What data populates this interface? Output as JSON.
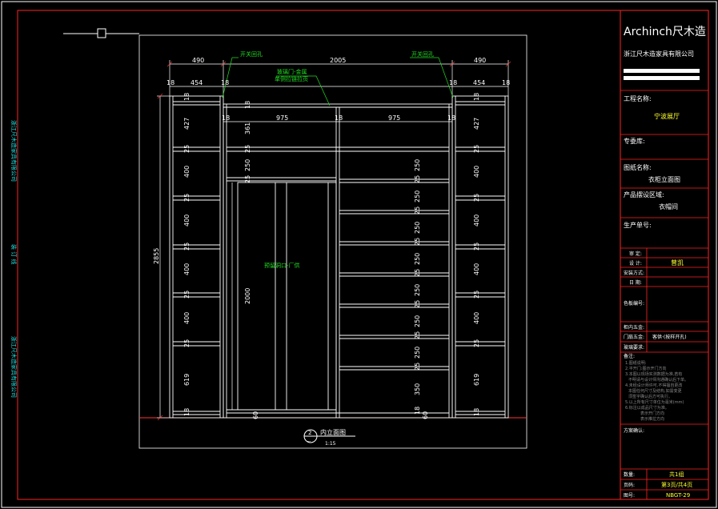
{
  "brand": {
    "name": "Archinch尺木造",
    "company": "浙江尺木造家具有限公司"
  },
  "title_block": {
    "project_name_label": "工程名称:",
    "project_name": "宁波展厅",
    "expert_label": "专委库:",
    "drawing_name_label": "图纸名称:",
    "drawing_name": "衣柜立面图",
    "product_area_label": "产品摆设区域:",
    "product_area": "衣帽间",
    "production_no_label": "生产单号:",
    "review_label": "审 定:",
    "design_label": "设 计:",
    "designer": "曾凯",
    "install_label": "安装方式:",
    "date_label": "日 期:",
    "color_label": "色板编号:",
    "hardware_label": "柜内五金:",
    "door_hw_label": "门扇五金:",
    "door_hw_value": "客供·(按样开孔)",
    "glass_label": "玻璃要求:",
    "notes_label": "备注:",
    "notes": [
      "1.图纸说明:",
      "2.平开门:图示开门方向",
      "3.本图以现场实测数据为准,若有",
      "不明请与设计师沟通确认后下单。",
      "4.未经设计师许可,不得擅自更改",
      "本图任何尺寸及结构,如需变更",
      "须签字确认后方可执行。",
      "5.以上所有尺寸单位为毫米(mm)",
      "6.标注以成品尺寸为准。"
    ],
    "legend_a": "表示开门方向",
    "legend_b": "表示推拉方向",
    "confirm_label": "方案确认:",
    "qty_label": "数量:",
    "qty": "共1组",
    "page_label": "页码:",
    "page": "第3页/共4页",
    "drawing_no_label": "图号:",
    "drawing_no": "NBGT-29"
  },
  "side_text": {
    "top": "浙江尺木造家具有限公司",
    "middle": "装 订 线",
    "bottom": "浙江尺木造家具有限公司"
  },
  "drawing": {
    "view_no": "2",
    "view_sub": "--",
    "view_title": "内立面图",
    "scale": "1:15",
    "annot_open_left": "开关回孔",
    "annot_open_right": "开关回孔",
    "annot_door_1": "玻璃门-金属",
    "annot_door_2": "单侧拉链拉页",
    "fridge_label": "预留洞口-厂供",
    "dims_top": [
      "490",
      "2005",
      "490"
    ],
    "dims_top2": [
      "18",
      "454",
      "18",
      "18",
      "454",
      "18"
    ],
    "dims_mid": [
      "18",
      "975",
      "18",
      "975",
      "18"
    ],
    "overall_height": "2855",
    "center_height": "2000",
    "left_col_dims": [
      "18",
      "427",
      "25",
      "400",
      "25",
      "400",
      "25",
      "400",
      "25",
      "400",
      "25",
      "619",
      "18"
    ],
    "right_col_dims": [
      "18",
      "427",
      "25",
      "400",
      "25",
      "400",
      "25",
      "400",
      "25",
      "400",
      "25",
      "619",
      "18"
    ],
    "center_left_dims": [
      "18",
      "361",
      "25",
      "250",
      "25"
    ],
    "center_right_dims": [
      "250",
      "25",
      "250",
      "25",
      "250",
      "25",
      "250",
      "25",
      "250",
      "25",
      "250",
      "25",
      "250",
      "25",
      "350",
      "18"
    ],
    "bottom_dims": [
      "60",
      "60"
    ]
  },
  "colors": {
    "frame": "#ff2222",
    "line": "#ffffff",
    "text_green": "#22dd22",
    "title_yellow": "#ffff33",
    "side_cyan": "#22dddd"
  }
}
